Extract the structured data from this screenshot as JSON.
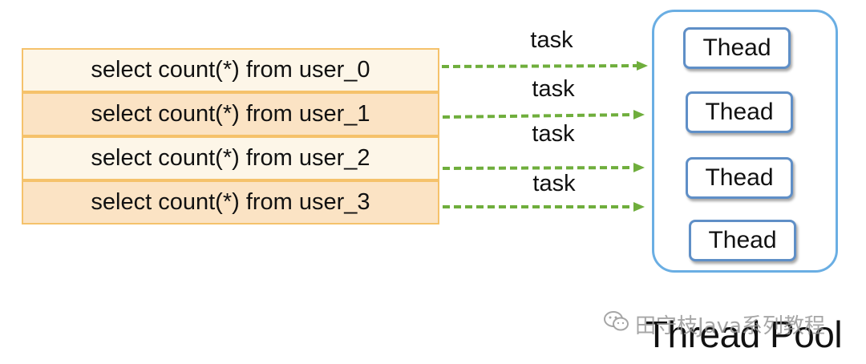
{
  "queries": [
    {
      "text": "select count(*) from user_0",
      "fill": "#fdf6e8"
    },
    {
      "text": "select count(*) from user_1",
      "fill": "#fbe3c4"
    },
    {
      "text": "select count(*) from user_2",
      "fill": "#fdf6e8"
    },
    {
      "text": "select count(*) from user_3",
      "fill": "#fbe3c4"
    }
  ],
  "tasks": [
    "task",
    "task",
    "task",
    "task"
  ],
  "threads": [
    "Thead",
    "Thead",
    "Thead",
    "Thead"
  ],
  "pool_title": "Thread Pool",
  "watermark": {
    "icon": "wechat-icon",
    "text": "田守枝Java系列教程"
  },
  "colors": {
    "query_border": "#f5c26b",
    "arrow": "#6fae3c",
    "pool_border": "#6aaee3",
    "thread_border": "#5f8fc7"
  }
}
